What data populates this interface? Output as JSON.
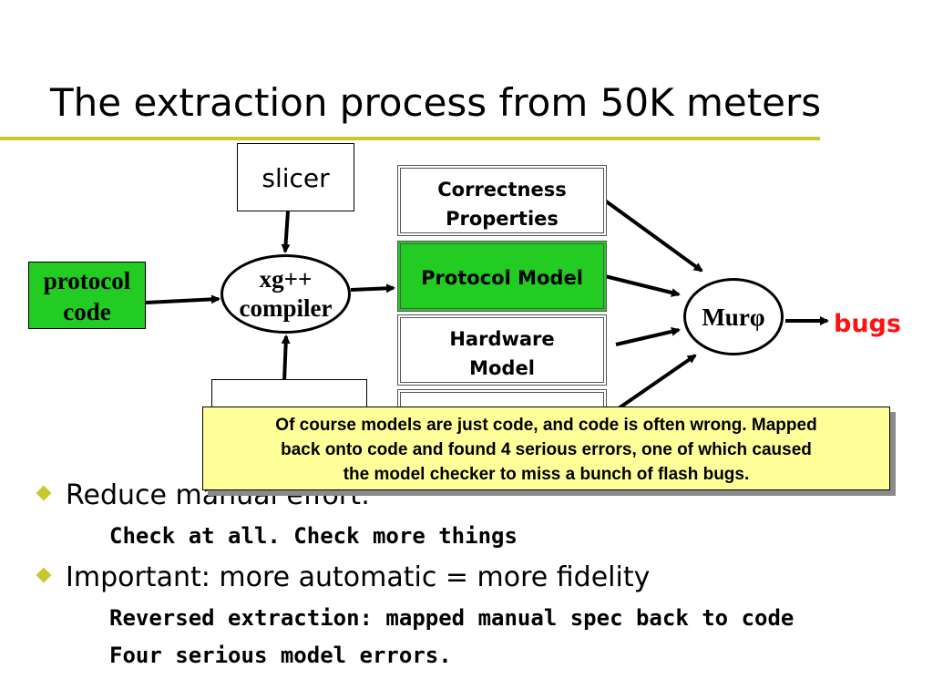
{
  "slide": {
    "title": "The extraction process from 50K meters",
    "accent_color": "#c8c832"
  },
  "diagram": {
    "slicer": "slicer",
    "protocol_code": [
      "protocol",
      "code"
    ],
    "compiler": [
      "xg++",
      "compiler"
    ],
    "properties": [
      "Correctness",
      "Properties"
    ],
    "protocol_model": "Protocol Model",
    "hardware_model": [
      "Hardware",
      "Model"
    ],
    "checker": "Murφ",
    "output": "bugs",
    "colors": {
      "model_green": "#22cc22",
      "bugs_red": "#ff1111"
    }
  },
  "bullets": [
    {
      "text": "Reduce manual effort:",
      "sub": [
        "Check at all. Check more things"
      ]
    },
    {
      "text": "Important: more automatic = more fidelity",
      "sub": [
        "Reversed extraction: mapped manual spec back to code",
        "Four serious model errors."
      ]
    }
  ],
  "callout": {
    "lines": [
      "Of course models are just code, and code is often wrong.  Mapped",
      "back onto code and found 4 serious errors, one of which caused",
      "the model checker to miss a bunch of flash bugs."
    ],
    "background": "#ffff99"
  }
}
